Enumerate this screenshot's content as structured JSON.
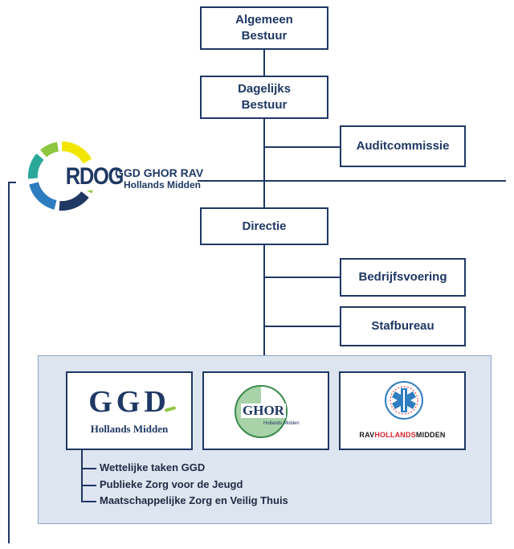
{
  "org": {
    "logo": {
      "abbr": "RDOG",
      "name_line1": "GGD GHOR RAV",
      "name_line2": "Hollands Midden"
    },
    "boxes": {
      "algemeen_bestuur": [
        "Algemeen",
        "Bestuur"
      ],
      "dagelijks_bestuur": [
        "Dagelijks",
        "Bestuur"
      ],
      "auditcommissie": "Auditcommissie",
      "directie": "Directie",
      "bedrijfsvoering": "Bedrijfsvoering",
      "stafbureau": "Stafbureau"
    },
    "units": {
      "ggd": {
        "letters": "GGD",
        "subtitle": "Hollands Midden"
      },
      "ghor": {
        "letters": "GHOR",
        "subtitle": "Hollands Midden"
      },
      "rav": {
        "prefix": "RAV",
        "highlight": "HOLLANDS",
        "suffix": "MIDDEN"
      }
    },
    "ggd_tasks": [
      "Wettelijke taken GGD",
      "Publieke Zorg voor de Jeugd",
      "Maatschappelijke Zorg en Veilig Thuis"
    ]
  },
  "colors": {
    "navy": "#1f3864",
    "panel": "#dde5f0",
    "green": "#8dc63f",
    "yellow": "#f2e600",
    "teal": "#2aa89a",
    "blue": "#2e7dc0",
    "red": "#d9262e"
  }
}
